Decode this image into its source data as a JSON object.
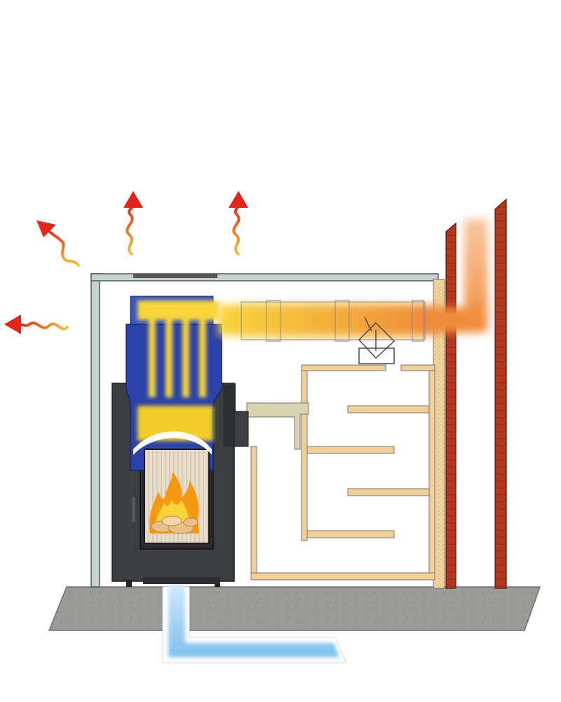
{
  "diagram": {
    "subject": "fireplace-heat-flow-cutaway",
    "colors": {
      "background": "#ffffff",
      "floor": "#9a9a96",
      "wall": "#c4d2d0",
      "brick": "#b5381f",
      "insulation": "#efd39a",
      "stove_body": "#3b3e42",
      "heat_exchanger": "#2b43a8",
      "hot_air": "#f7d53a",
      "flue_gas": "#f08a3a",
      "fresh_air": "#8fc9f0",
      "radiant_arrow": "#e2261b",
      "frame": "#f3cf98",
      "fire": "#f39a12"
    },
    "radiant_heat_arrows": [
      {
        "icon": "heat-arrow-icon",
        "direction": "up-left"
      },
      {
        "icon": "heat-arrow-icon",
        "direction": "up"
      },
      {
        "icon": "heat-arrow-icon",
        "direction": "up"
      },
      {
        "icon": "heat-arrow-icon",
        "direction": "left"
      }
    ],
    "flows": [
      {
        "name": "hot-air",
        "icon": "hot-air-flow-icon"
      },
      {
        "name": "flue-gas",
        "icon": "flue-gas-flow-icon"
      },
      {
        "name": "fresh-air-intake",
        "icon": "fresh-air-flow-icon"
      }
    ]
  }
}
